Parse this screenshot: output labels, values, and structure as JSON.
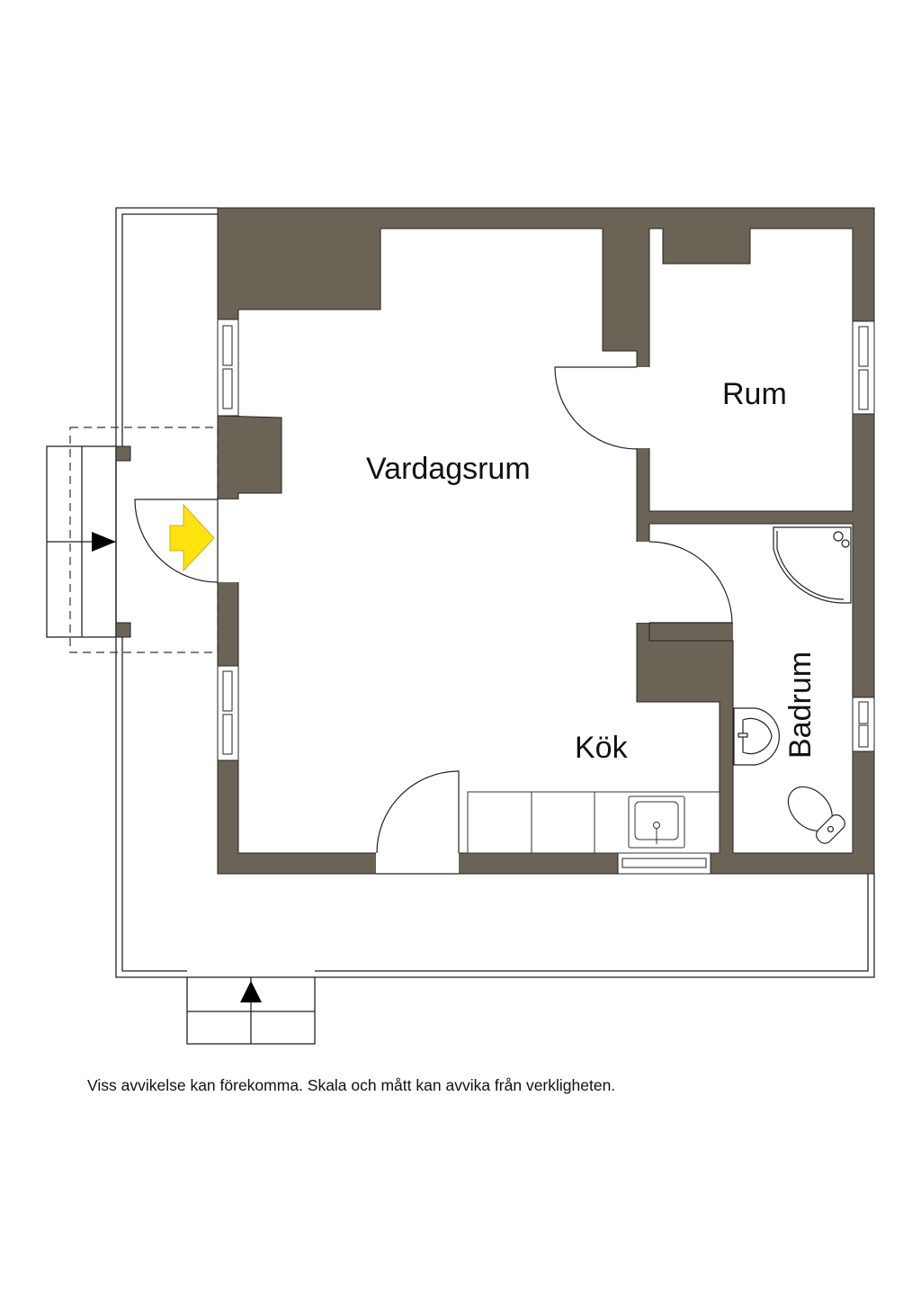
{
  "rooms": {
    "living": "Vardagsrum",
    "bedroom": "Rum",
    "kitchen": "Kök",
    "bathroom": "Badrum"
  },
  "disclaimer": "Viss avvikelse kan förekomma. Skala och mått kan avvika från verkligheten.",
  "colors": {
    "wall": "#6b6456",
    "entrance_arrow": "#ffe30f",
    "line": "#222222"
  }
}
